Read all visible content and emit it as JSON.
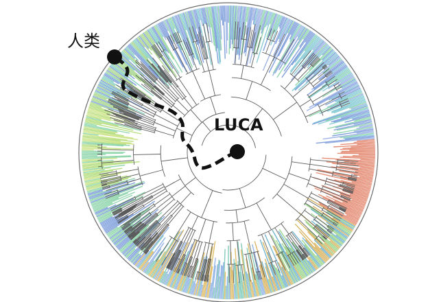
{
  "labels": {
    "human": "人类",
    "luca": "LUCA"
  },
  "palette": {
    "rim_outline": "#5a5a5a",
    "branch_lines": "#555555",
    "path_color": "#111111",
    "clade_colors": [
      "#6b8fd6",
      "#76c3cf",
      "#7fd0a0",
      "#a9d86b",
      "#e0b866",
      "#e58a6a",
      "#d9654f",
      "#8ea7e0"
    ]
  },
  "tree": {
    "root_node": "luca-dot",
    "highlighted_path": "luca-to-human-dashed-path",
    "tip_node": "human-dot"
  }
}
